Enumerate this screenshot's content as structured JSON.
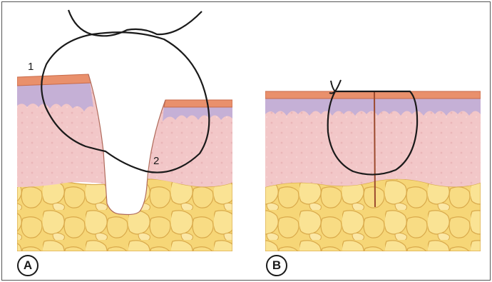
{
  "panels": [
    {
      "label": "A",
      "points": [
        "1",
        "2"
      ]
    },
    {
      "label": "B"
    }
  ],
  "colors": {
    "epidermis": "#e9906c",
    "papillary": "#c5b0d6",
    "dermis": "#f2c7c8",
    "fat": "#f6d677",
    "fat_outline": "#d9a94a",
    "suture": "#1a1a1a",
    "wound_line": "#9b4a2e"
  }
}
